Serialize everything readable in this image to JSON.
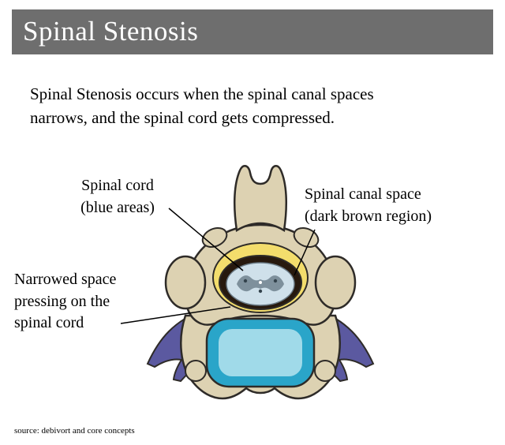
{
  "header": {
    "title": "Spinal Stenosis"
  },
  "intro": "Spinal Stenosis occurs when the spinal canal spaces\nnarrows, and the spinal cord gets compressed.",
  "labels": {
    "spinal_cord": "Spinal cord\n(blue areas)",
    "canal_space": "Spinal canal space\n(dark brown region)",
    "narrowed_space": "Narrowed space\npressing on the\nspinal cord"
  },
  "source": "source: debivort and core concepts",
  "colors": {
    "header_bg": "#6e6e6e",
    "header_text": "#ffffff",
    "bone": "#ddd2b2",
    "ligament_yellow": "#f3dd6c",
    "canal_dark_brown": "#27190e",
    "spinal_cord_blue": "#cfe0ea",
    "cord_gray_matter": "#7e909c",
    "cord_detail_dark": "#33424c",
    "disc_outer_teal": "#2aa5c9",
    "disc_inner_cyan": "#a0dae9",
    "transverse_process_purple": "#5b59a0",
    "outline": "#2e2b28",
    "leader_line": "#000000"
  }
}
